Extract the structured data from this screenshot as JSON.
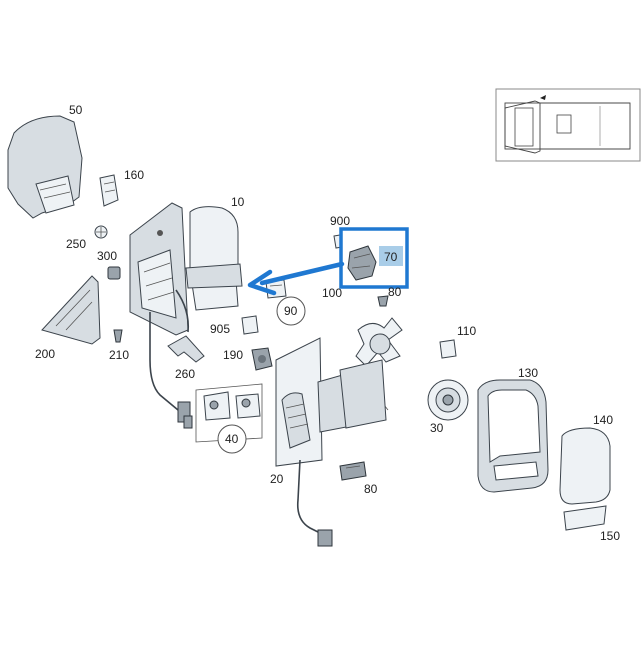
{
  "diagram": {
    "labels": {
      "p10": "10",
      "p20": "20",
      "p30": "30",
      "p40": "40",
      "p50": "50",
      "p70": "70",
      "p80a": "80",
      "p80b": "80",
      "p90": "90",
      "p100": "100",
      "p110": "110",
      "p130": "130",
      "p140": "140",
      "p150": "150",
      "p160": "160",
      "p190": "190",
      "p200": "200",
      "p210": "210",
      "p250": "250",
      "p260": "260",
      "p300": "300",
      "p900": "900",
      "p905": "905"
    },
    "colors": {
      "highlight": "#1f78d1",
      "highlight_fill": "#a9cde8",
      "line": "#3c444c",
      "part": "#d7dde2"
    }
  }
}
